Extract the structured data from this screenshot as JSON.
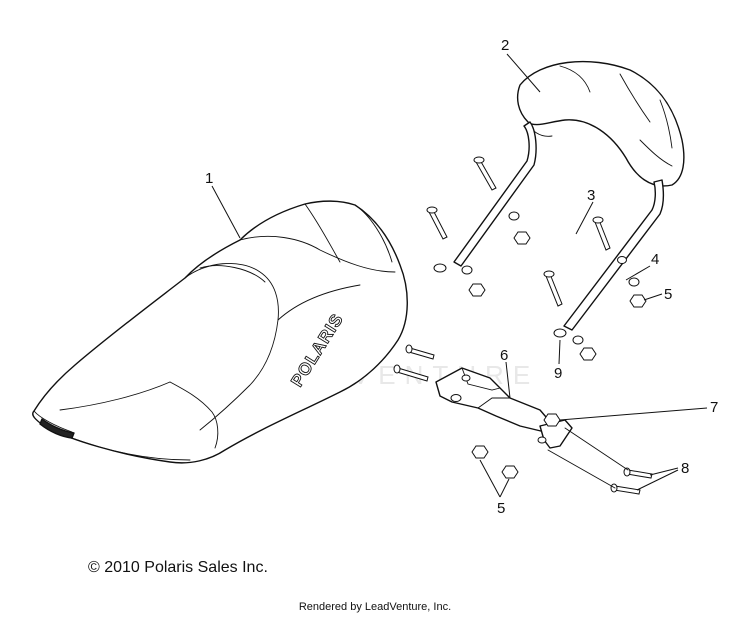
{
  "callouts": {
    "c1": "1",
    "c2": "2",
    "c3": "3",
    "c4": "4",
    "c5a": "5",
    "c5b": "5",
    "c6": "6",
    "c7": "7",
    "c8": "8",
    "c9": "9"
  },
  "seat_logo": "POLARIS",
  "watermark": "LEADVENTURE",
  "footer": {
    "copyright": "© 2010 Polaris Sales Inc.",
    "rendered_by": "Rendered by LeadVenture, Inc."
  }
}
